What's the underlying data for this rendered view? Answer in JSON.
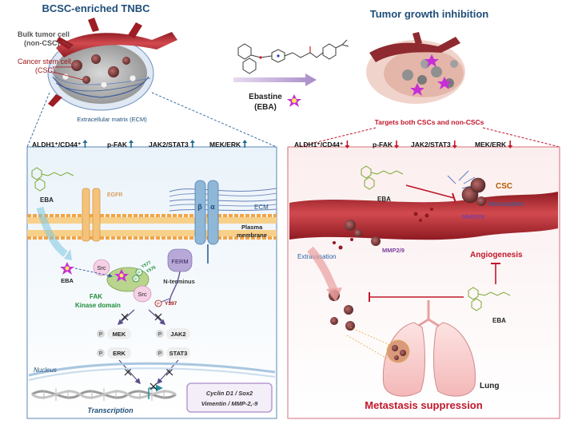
{
  "colors": {
    "dark_blue": "#1f4e79",
    "dark_red": "#a31515",
    "up_arrow": "#1f6b8f",
    "down_arrow": "#c0182b",
    "bright_red": "#d81e2a",
    "vessel_red": "#b8222c",
    "membrane_orange": "#f3b65a",
    "purple": "#7b3fa0",
    "green": "#1e8c3a"
  },
  "left_panel": {
    "title": "BCSC-enriched TNBC",
    "bulk_label_1": "Bulk tumor cell",
    "bulk_label_2": "(non-CSC)",
    "csc_label_1": "Cancer stem cell",
    "csc_label_2": "(CSC)",
    "ecm_caption": "Extracellular matrix (ECM)",
    "markers": [
      {
        "label": "ALDH1⁺/CD44⁺",
        "direction": "up"
      },
      {
        "label": "p-FAK",
        "direction": "up"
      },
      {
        "label": "JAK2/STAT3",
        "direction": "up"
      },
      {
        "label": "MEK/ERK",
        "direction": "up"
      }
    ],
    "mech": {
      "eba_top": "EBA",
      "egfr": "EGFR",
      "beta": "β",
      "alpha": "α",
      "ecm": "ECM",
      "plasma_1": "Plasma",
      "plasma_2": "membrane",
      "src_top": "Src",
      "ferm": "FERM",
      "n_terminus": "N-terminus",
      "eba_inner": "EBA",
      "p": "P",
      "y577": "Y577",
      "y576": "Y576",
      "src_inner": "Src",
      "y397": "Y397",
      "fak": "FAK",
      "kinase": "Kinase domain",
      "mek": "MEK",
      "erk": "ERK",
      "jak2": "JAK2",
      "stat3": "STAT3",
      "nucleus": "Nucleus",
      "transcription": "Transcription",
      "genes_1": "Cyclin D1 / Sox2",
      "genes_2": "Vimentin / MMP-2,-9"
    }
  },
  "center": {
    "drug_name": "Ebastine",
    "drug_abbr": "(EBA)"
  },
  "right_panel": {
    "title": "Tumor growth inhibition",
    "subtitle": "Targets both CSCs and non-CSCs",
    "markers": [
      {
        "label": "ALDH1⁺/CD44⁺",
        "direction": "down"
      },
      {
        "label": "p-FAK",
        "direction": "down"
      },
      {
        "label": "JAK2/STAT3",
        "direction": "down"
      },
      {
        "label": "MEK/ERK",
        "direction": "down"
      }
    ],
    "mech": {
      "eba_top": "EBA",
      "csc": "CSC",
      "intravasation": "Intravasation",
      "mmp_top": "MMP2/9",
      "extravasation": "Extravasation",
      "mmp_mid": "MMP2/9",
      "angiogenesis": "Angiogenesis",
      "eba_bottom": "EBA",
      "lung": "Lung",
      "metastasis": "Metastasis suppression"
    }
  }
}
